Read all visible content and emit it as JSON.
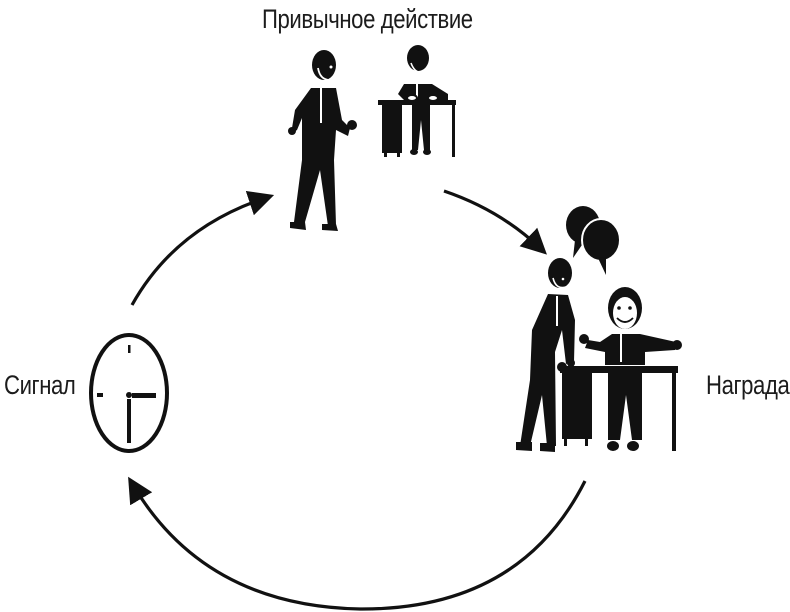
{
  "diagram": {
    "type": "habit-loop",
    "nodes": [
      {
        "id": "routine",
        "label": "Привычное действие",
        "illustration": "man-walking-to-colleague-at-desk"
      },
      {
        "id": "reward",
        "label": "Награда",
        "illustration": "two-men-chatting-at-desk-with-speech-bubbles"
      },
      {
        "id": "cue",
        "label": "Сигнал",
        "illustration": "clock-showing-3-30"
      }
    ],
    "edges": [
      {
        "from": "cue",
        "to": "routine",
        "style": "curved-arrow"
      },
      {
        "from": "routine",
        "to": "reward",
        "style": "curved-arrow"
      },
      {
        "from": "reward",
        "to": "cue",
        "style": "curved-arrow"
      }
    ],
    "colors": {
      "ink": "#111111",
      "background": "#ffffff"
    }
  }
}
